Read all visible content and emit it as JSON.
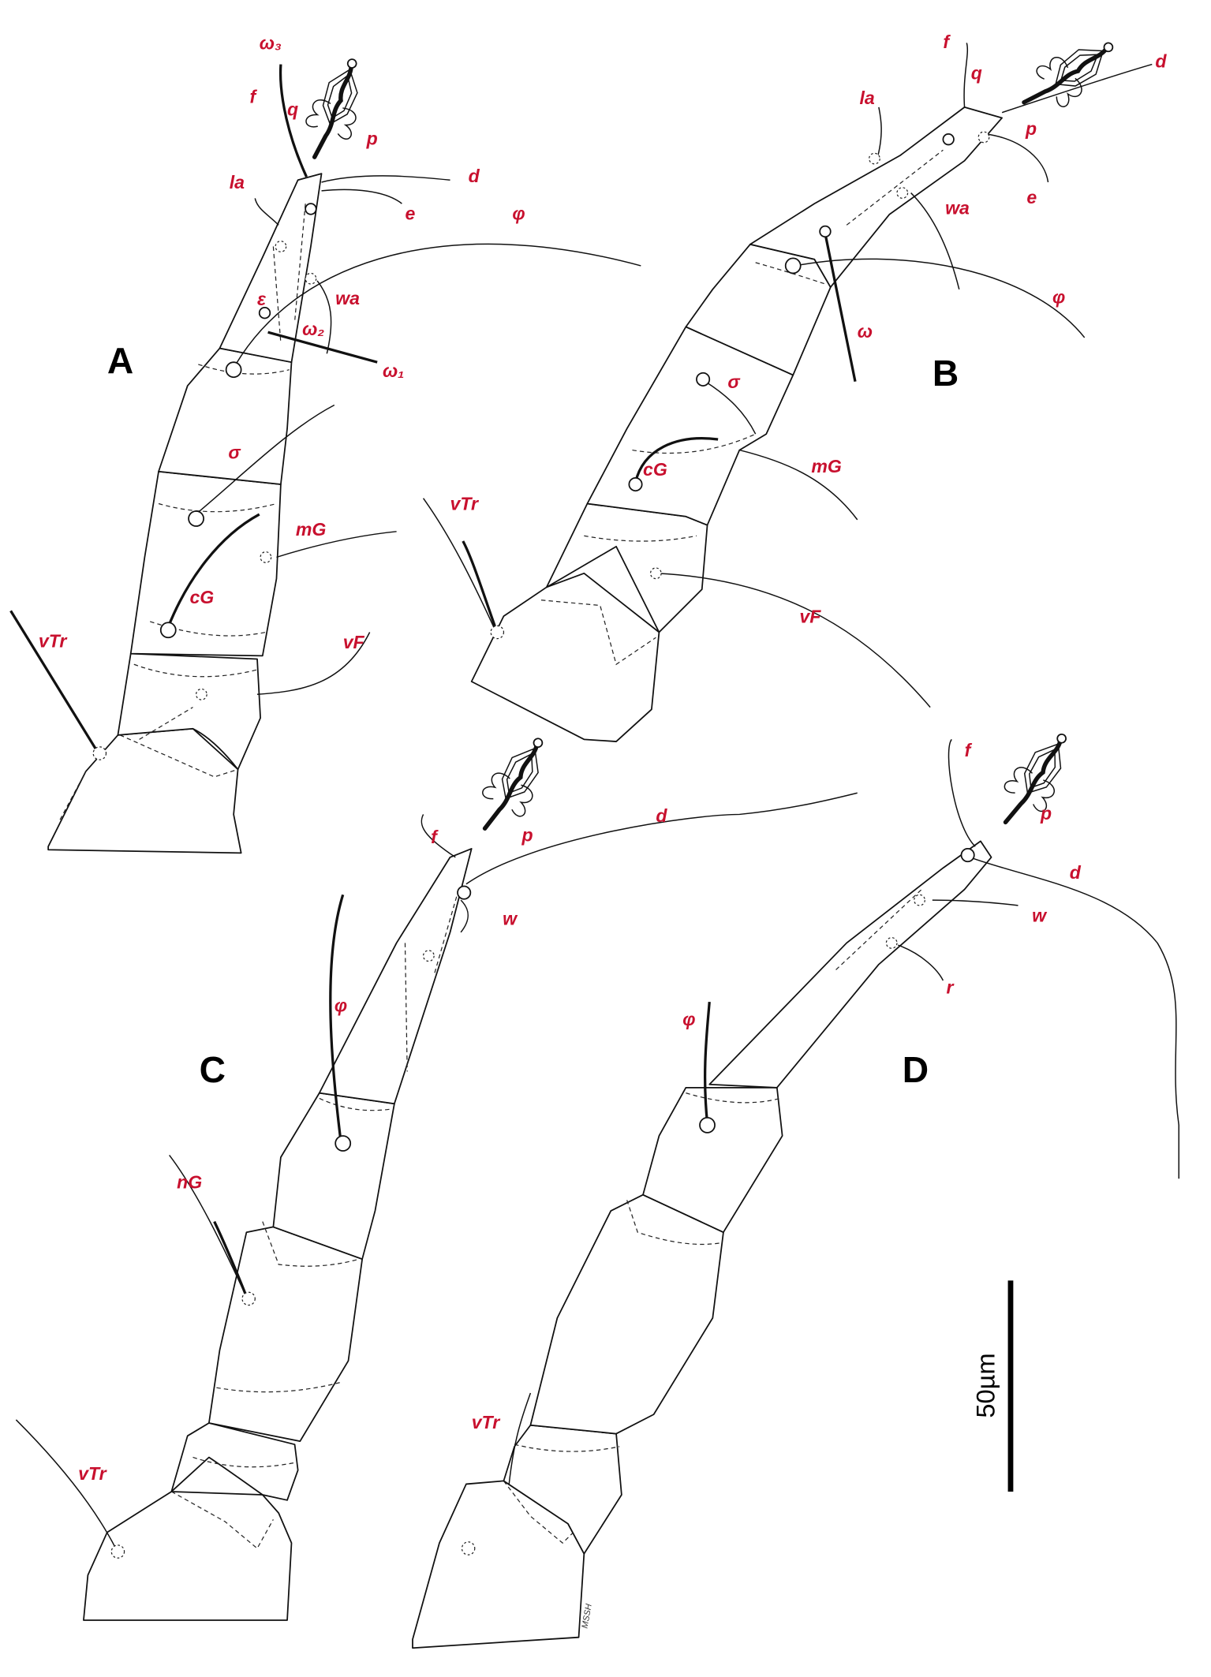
{
  "panels": {
    "A": {
      "letter": "A",
      "labels": {
        "omega3": "ω₃",
        "f": "f",
        "q": "q",
        "p": "p",
        "la": "la",
        "d": "d",
        "e": "e",
        "phi": "φ",
        "epsilon": "ε",
        "wa": "wa",
        "omega2": "ω₂",
        "omega1": "ω₁",
        "sigma": "σ",
        "mG": "mG",
        "cG": "cG",
        "vF": "vF",
        "vTr": "vTr"
      }
    },
    "B": {
      "letter": "B",
      "labels": {
        "f": "f",
        "q": "q",
        "d": "d",
        "la": "la",
        "p": "p",
        "wa": "wa",
        "e": "e",
        "phi": "φ",
        "omega": "ω",
        "sigma": "σ",
        "cG": "cG",
        "mG": "mG",
        "vTr": "vTr",
        "vF": "vF"
      }
    },
    "C": {
      "letter": "C",
      "labels": {
        "f": "f",
        "p": "p",
        "d": "d",
        "w": "w",
        "phi": "φ",
        "nG": "nG",
        "vTr": "vTr"
      }
    },
    "D": {
      "letter": "D",
      "labels": {
        "f": "f",
        "p": "p",
        "d": "d",
        "w": "w",
        "r": "r",
        "phi": "φ",
        "vTr": "vTr"
      }
    }
  },
  "scale_bar": {
    "label": "50µm"
  },
  "signature": "MSSH",
  "colors": {
    "label": "#c8102e",
    "line": "#111111"
  }
}
